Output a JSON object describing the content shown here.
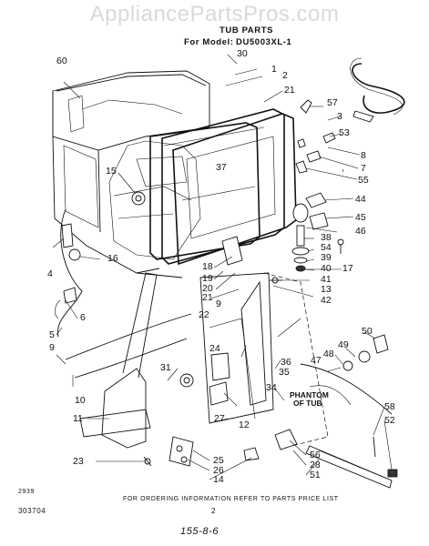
{
  "watermark": "AppliancePartsPros.com",
  "header": {
    "title": "TUB PARTS",
    "model_prefix": "For Model:",
    "model": "DU5003XL-1"
  },
  "footer": {
    "code_left": "2939",
    "doc_number": "303704",
    "ordering_note": "FOR ORDERING INFORMATION REFER TO PARTS PRICE LIST",
    "page_number": "2",
    "handwritten": "155-8-6"
  },
  "phantom_label": [
    "PHANTOM",
    "OF TUB"
  ],
  "callouts": [
    "60",
    "30",
    "1",
    "2",
    "21",
    "57",
    "3",
    "53",
    "8",
    "7",
    "55",
    "37",
    "15",
    "44",
    "45",
    "46",
    "38",
    "54",
    "39",
    "40",
    "17",
    "41",
    "13",
    "42",
    "4",
    "16",
    "6",
    "18",
    "19",
    "20",
    "21",
    "9",
    "22",
    "5",
    "9",
    "50",
    "49",
    "48",
    "47",
    "24",
    "35",
    "34",
    "31",
    "10",
    "12",
    "27",
    "11",
    "23",
    "25",
    "26",
    "14",
    "56",
    "58",
    "52",
    "28",
    "51",
    "36"
  ]
}
